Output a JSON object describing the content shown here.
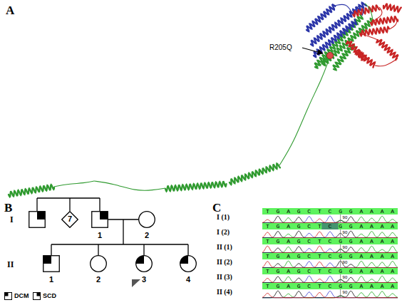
{
  "diagram": {
    "nodes": [
      {
        "text": [
          "7"
        ]
      },
      {
        "text": [
          "1"
        ]
      },
      {
        "text": [
          "2"
        ]
      },
      {
        "text": [
          "1"
        ]
      },
      {
        "text": [
          "2"
        ]
      },
      {
        "text": [
          "3"
        ]
      },
      {
        "text": [
          "4"
        ]
      }
    ],
    "edges": [
      {
        "from": 1,
        "to": 2,
        "arrow": "none"
      }
    ],
    "labels": [
      "A",
      "R205Q",
      "B",
      "I",
      "II",
      "C",
      "I (1)",
      "TGAGCTCGGAAAA",
      "90",
      "I (2)",
      "TGAGCTCGGAAAA",
      "90",
      "II (1)",
      "TGAGCTCGGAAAA",
      "90",
      "II (2)",
      "TGAGCTCGGAAAA",
      "90",
      "II (3)",
      "TGAGCTCGGAAAA",
      "90",
      "II (4)",
      "TGAGCTCGGAAAA",
      "90"
    ],
    "legend": [
      {
        "text": "DCM"
      },
      {
        "text": "SCD"
      }
    ]
  }
}
